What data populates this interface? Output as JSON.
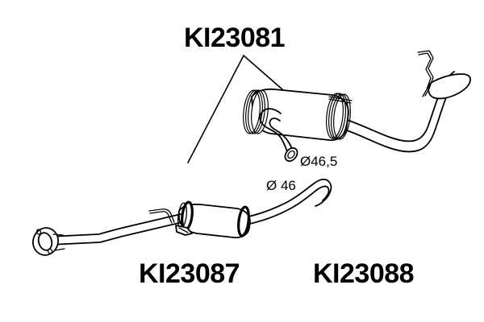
{
  "drawing": {
    "title_label": "KI23081",
    "background_color": "#ffffff",
    "line_color": "#000000",
    "labels": {
      "rear_muffler": "KI23081",
      "front_pipe_center_silencer": "KI23087",
      "rear_pipe": "KI23088"
    },
    "dimensions": {
      "tailpipe_diameter": "Ø46,5",
      "outlet_pipe_diameter": "Ø 46"
    },
    "icons": {
      "leader_chevron": "leader-line-chevron",
      "diameter_symbol": "diameter-symbol"
    },
    "assemblies": [
      {
        "name": "rear-muffler-assembly",
        "part_number": "KI23081",
        "components": [
          "oval-muffler-body",
          "rolled-seam-end-cap-left",
          "rolled-seam-end-cap-right",
          "tailpipe",
          "tailpipe-open-end",
          "inlet-pipe-s-bend",
          "wire-hanger-hook",
          "rubber-mount-tab",
          "top-hanger-pin"
        ],
        "dimension": "Ø46,5"
      },
      {
        "name": "center-silencer-assembly",
        "part_numbers": [
          "KI23087",
          "KI23088"
        ],
        "components": [
          "exhaust-flange-oval",
          "front-pipe",
          "cylindrical-silencer-body",
          "seam-band-left",
          "seam-band-right",
          "wire-hanger-bracket",
          "clamp-tab",
          "outlet-pipe-hook"
        ],
        "dimension": "Ø 46"
      }
    ]
  }
}
